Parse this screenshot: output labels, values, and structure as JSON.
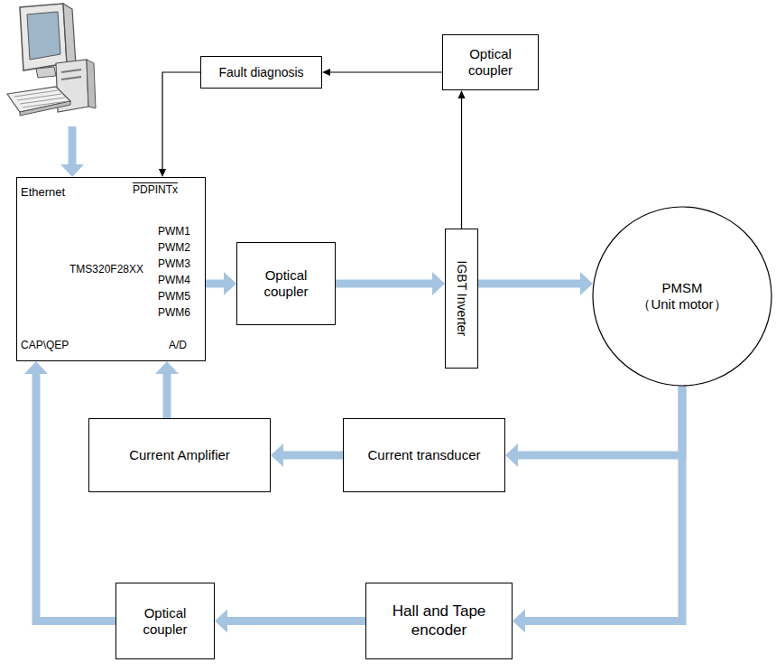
{
  "diagram": {
    "nodes": [
      {
        "text": [
          "Fault diagnosis"
        ]
      },
      {
        "text": [
          "Optical coupler"
        ]
      },
      {
        "text": [
          "Ethernet",
          "PDPINTx",
          "PWM1",
          "PWM2",
          "PWM3",
          "PWM4",
          "PWM5",
          "PWM6",
          "TMS320F28XX",
          "CAP\\QEP",
          "A/D"
        ]
      },
      {
        "text": [
          "Optical coupler"
        ]
      },
      {
        "text": [
          "IGBT Inverter"
        ]
      },
      {
        "text": [
          "PMSM",
          "（Unit motor）"
        ]
      },
      {
        "text": [
          "Current Amplifier"
        ]
      },
      {
        "text": [
          "Current transducer"
        ]
      },
      {
        "text": [
          "Optical coupler"
        ]
      },
      {
        "text": [
          "Hall and Tape encoder"
        ]
      }
    ],
    "edges": [
      {
        "from": 1,
        "to": 0,
        "arrow": "to"
      },
      {
        "from": 0,
        "to": 2,
        "arrow": "to"
      },
      {
        "from": 4,
        "to": 1,
        "arrow": "to"
      },
      {
        "from": 2,
        "to": 3,
        "arrow": "to"
      },
      {
        "from": 3,
        "to": 4,
        "arrow": "to"
      },
      {
        "from": 4,
        "to": 5,
        "arrow": "to"
      },
      {
        "from": 5,
        "to": 7,
        "arrow": "to"
      },
      {
        "from": 5,
        "to": 9,
        "arrow": "to"
      },
      {
        "from": 7,
        "to": 6,
        "arrow": "to"
      },
      {
        "from": 6,
        "to": 2,
        "arrow": "to"
      },
      {
        "from": 9,
        "to": 8,
        "arrow": "to"
      },
      {
        "from": 8,
        "to": 2,
        "arrow": "to"
      }
    ]
  }
}
